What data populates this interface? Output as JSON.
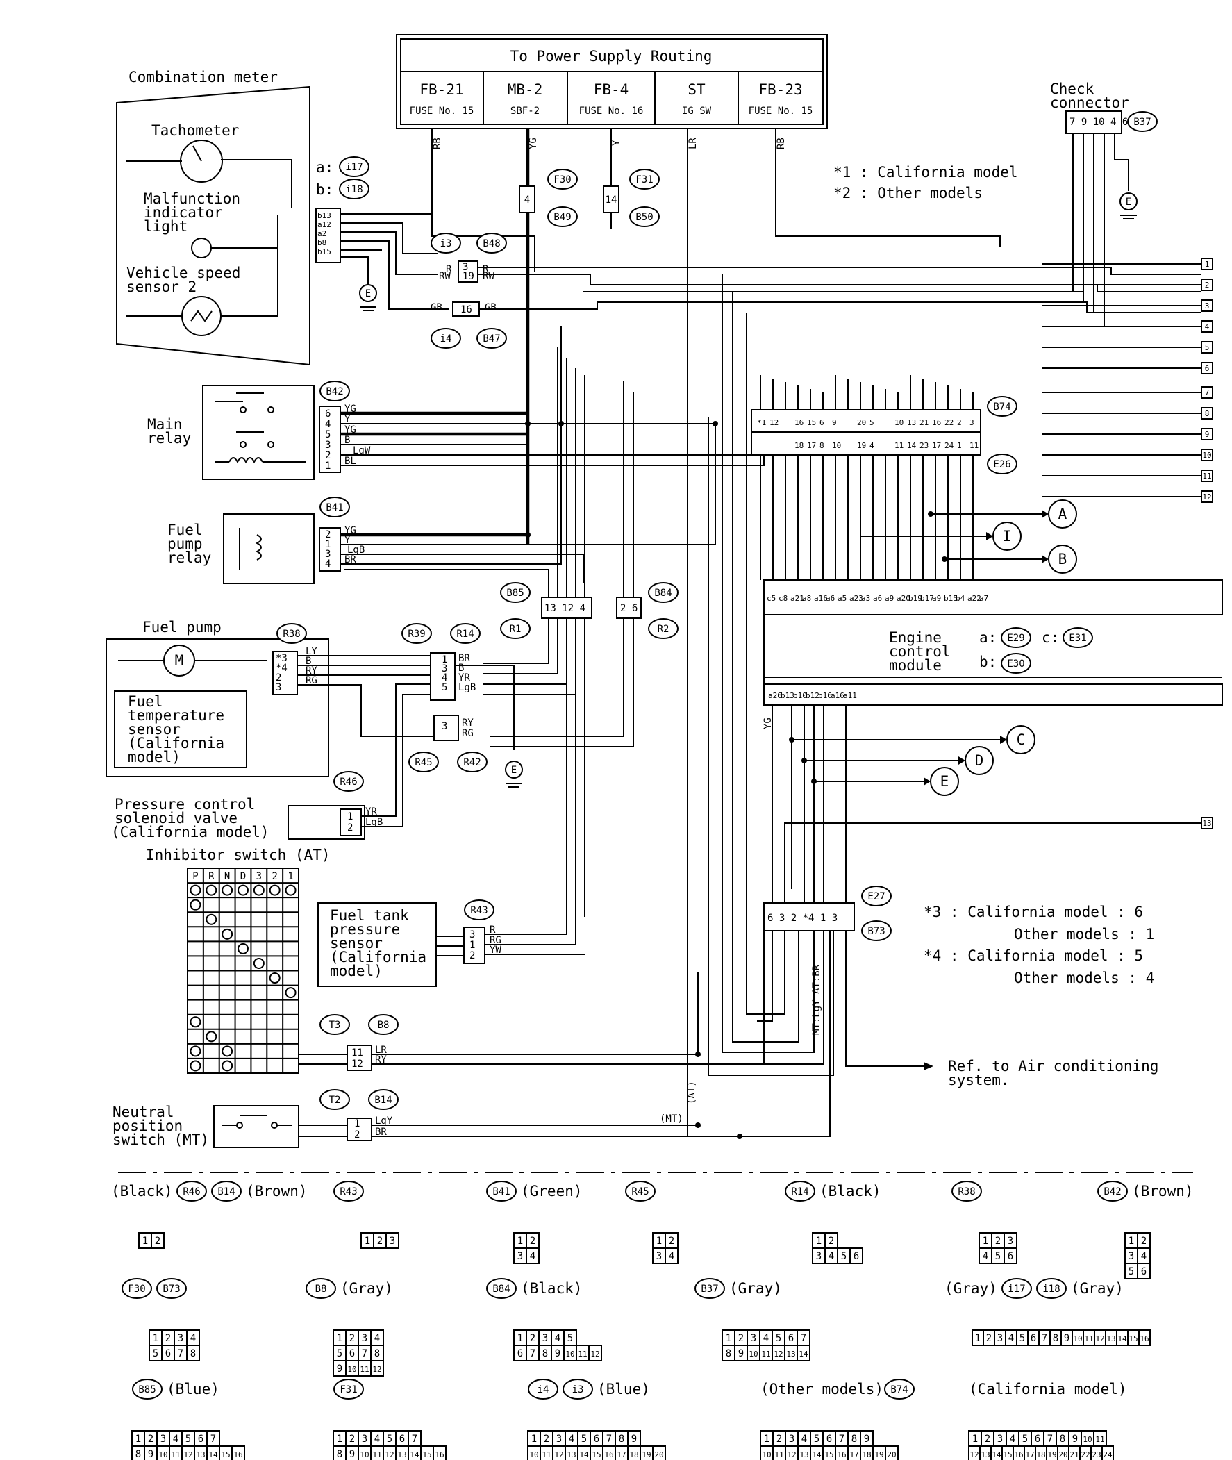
{
  "power_supply": {
    "title": "To Power Supply Routing",
    "cells": [
      {
        "name": "FB-21",
        "fuse": "FUSE No. 15"
      },
      {
        "name": "MB-2",
        "fuse": "SBF-2"
      },
      {
        "name": "FB-4",
        "fuse": "FUSE No. 16"
      },
      {
        "name": "ST",
        "fuse": "IG SW"
      },
      {
        "name": "FB-23",
        "fuse": "FUSE No. 15"
      }
    ]
  },
  "notes": {
    "n1": "*1 : California model",
    "n2": "*2 : Other models",
    "n3a": "*3 : California model : 6",
    "n3b": "Other models : 1",
    "n4a": "*4 : California model : 5",
    "n4b": "Other models : 4"
  },
  "components": {
    "combination_meter": "Combination meter",
    "tachometer": "Tachometer",
    "mil": [
      "Malfunction",
      "indicator",
      "light"
    ],
    "vss": [
      "Vehicle speed",
      "sensor 2"
    ],
    "main_relay": [
      "Main",
      "relay"
    ],
    "fuel_pump_relay": [
      "Fuel",
      "pump",
      "relay"
    ],
    "fuel_pump": "Fuel pump",
    "fuel_temp_sensor": [
      "Fuel",
      "temperature",
      "sensor",
      "(California",
      "model)"
    ],
    "pcsv": [
      "Pressure control",
      "solenoid valve",
      "(California model)"
    ],
    "inhibitor_switch": "Inhibitor switch (AT)",
    "inhibitor_positions": [
      "P",
      "R",
      "N",
      "D",
      "3",
      "2",
      "1"
    ],
    "fuel_tank_sensor": [
      "Fuel tank",
      "pressure",
      "sensor",
      "(California",
      "model)"
    ],
    "neutral_switch": [
      "Neutral",
      "position",
      "switch (MT)"
    ],
    "check_connector": [
      "Check",
      "connector"
    ],
    "ecm": [
      "Engine",
      "control",
      "module"
    ],
    "ecm_connectors": [
      "a:",
      "E29",
      "b:",
      "E30",
      "c:",
      "E31"
    ],
    "ref_ac": [
      "Ref. to Air conditioning",
      "system."
    ],
    "at_label": "(AT)",
    "mt_label": "(MT)",
    "mt_at_label": "MT:LgY AT:BR"
  },
  "connector_ids": {
    "i17": "i17",
    "i18": "i18",
    "a_prefix": "a:",
    "b_prefix": "b:",
    "F30": "F30",
    "F31": "F31",
    "B49": "B49",
    "B50": "B50",
    "i3": "i3",
    "i4": "i4",
    "B48": "B48",
    "B47": "B47",
    "B42": "B42",
    "B41": "B41",
    "B85": "B85",
    "B84": "B84",
    "R1": "R1",
    "R2": "R2",
    "R38": "R38",
    "R39": "R39",
    "R14": "R14",
    "R45": "R45",
    "R42": "R42",
    "R46": "R46",
    "R43": "R43",
    "T3": "T3",
    "B8": "B8",
    "T2": "T2",
    "B14": "B14",
    "B37": "B37",
    "B74": "B74",
    "E26": "E26",
    "E27": "E27",
    "B73": "B73"
  },
  "references": [
    "A",
    "B",
    "I",
    "C",
    "D",
    "E"
  ],
  "wire_refs": [
    "1",
    "2",
    "3",
    "4",
    "5",
    "6",
    "7",
    "8",
    "9",
    "10",
    "11",
    "12",
    "13"
  ],
  "wire_colors": [
    "RB",
    "YG",
    "Y",
    "LR",
    "RB",
    "R",
    "RW",
    "GB",
    "B",
    "LgW",
    "BL",
    "LgB",
    "BR",
    "RY",
    "RG",
    "YW",
    "YR",
    "LgY"
  ],
  "legend": [
    {
      "labels": [
        "(Black)",
        "R46",
        "B14",
        "(Brown)"
      ],
      "pins": [
        "1|2"
      ]
    },
    {
      "labels": [
        "R43"
      ],
      "pins": [
        "1|2|3"
      ]
    },
    {
      "labels": [
        "B41",
        "(Green)"
      ],
      "pins": [
        "1|2",
        "3|4"
      ]
    },
    {
      "labels": [
        "R45"
      ],
      "pins": [
        "1|2",
        "3|4"
      ]
    },
    {
      "labels": [
        "R14",
        "(Black)"
      ],
      "pins": [
        "1|2",
        "3|4|5|6"
      ]
    },
    {
      "labels": [
        "R38"
      ],
      "pins": [
        "1|2|3",
        "4|5|6"
      ]
    },
    {
      "labels": [
        "B42",
        "(Brown)"
      ],
      "pins": [
        "1|2",
        "3|4",
        "5|6"
      ]
    },
    {
      "labels": [
        "F30",
        "B73"
      ],
      "pins": [
        "1|2|3|4",
        "5|6|7|8"
      ]
    },
    {
      "labels": [
        "B8",
        "(Gray)"
      ],
      "pins": [
        "1|2|3|4",
        "5|6|7|8",
        "9|10|11|12"
      ]
    },
    {
      "labels": [
        "B84",
        "(Black)"
      ],
      "pins": [
        "1|2|3|4|5",
        "6|7|8|9|10|11|12"
      ]
    },
    {
      "labels": [
        "B37",
        "(Gray)"
      ],
      "pins": [
        "1|2|3|4|5|6|7",
        "8|9|10|11|12|13|14"
      ]
    },
    {
      "labels": [
        "(Gray)",
        "i17",
        "i18",
        "(Gray)"
      ],
      "pins": [
        "1|2|3|4|5|6|7|8|9|10|11|12|13|14|15|16"
      ]
    },
    {
      "labels": [
        "B85",
        "(Blue)"
      ],
      "pins": [
        "1|2|3|4|5|6|7",
        "8|9|10|11|12|13|14|15|16"
      ]
    },
    {
      "labels": [
        "F31"
      ],
      "pins": [
        "1|2|3|4|5|6|7",
        "8|9|10|11|12|13|14|15|16"
      ]
    },
    {
      "labels": [
        "i4",
        "i3",
        "(Blue)"
      ],
      "pins": [
        "1|2|3|4|5|6|7|8|9",
        "10|11|12|13|14|15|16|17|18|19|20"
      ]
    },
    {
      "labels": [
        "(Other models)",
        "B74"
      ],
      "pins": [
        "1|2|3|4|5|6|7|8|9",
        "10|11|12|13|14|15|16|17|18|19|20"
      ]
    },
    {
      "labels": [
        "(California model)"
      ],
      "pins": [
        "1|2|3|4|5|6|7|8|9|10|11",
        "12|13|14|15|16|17|18|19|20|21|22|23|24"
      ]
    }
  ]
}
